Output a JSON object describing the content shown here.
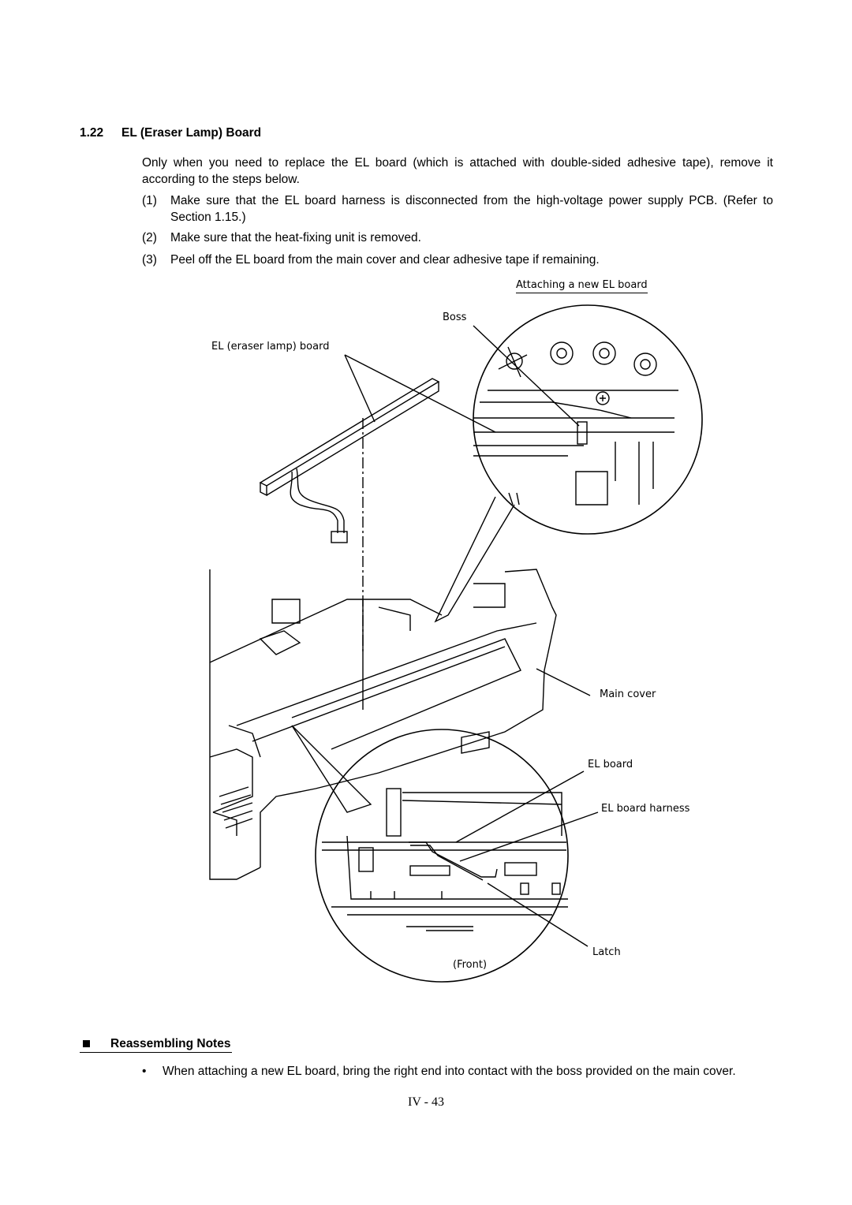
{
  "section": {
    "number": "1.22",
    "title": "EL (Eraser Lamp) Board"
  },
  "intro": "Only when you need to replace the EL board (which is attached with double-sided adhesive tape), remove it according to the steps below.",
  "steps": [
    {
      "num": "(1)",
      "text": "Make sure that the EL board harness is disconnected from the high-voltage power supply PCB.  (Refer to Section 1.15.)"
    },
    {
      "num": "(2)",
      "text": "Make sure that the heat-fixing unit is removed."
    },
    {
      "num": "(3)",
      "text": "Peel off the EL board from the main cover and clear adhesive tape if remaining."
    }
  ],
  "figure": {
    "caption": "Attaching a new EL board",
    "labels": {
      "boss": "Boss",
      "el_board_full": "EL (eraser lamp) board",
      "main_cover": "Main cover",
      "el_board": "EL board",
      "el_board_harness": "EL board harness",
      "latch": "Latch",
      "front": "(Front)"
    }
  },
  "reassembling": {
    "title": "Reassembling Notes",
    "bullet_symbol": "•",
    "note": "When attaching a new EL board, bring the right end into contact with the boss provided on the main cover."
  },
  "page_number": "IV - 43"
}
